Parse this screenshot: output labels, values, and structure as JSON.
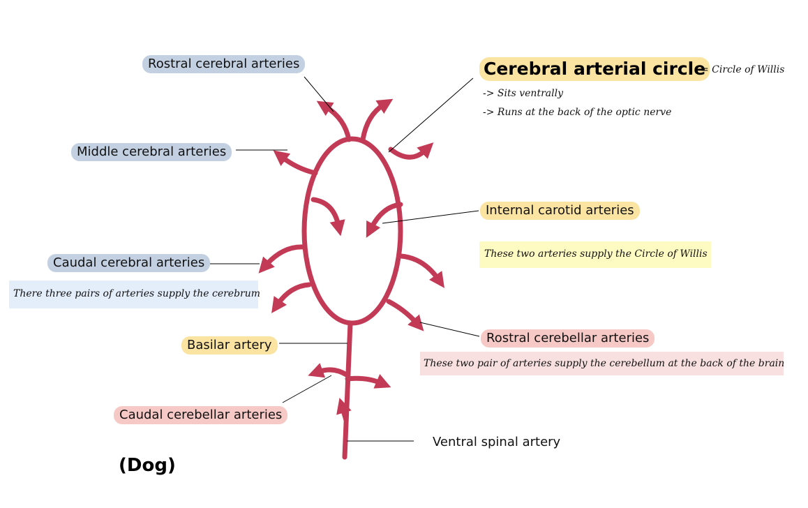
{
  "title": {
    "main": "Cerebral arterial circle",
    "alt_name": "= Circle of Willis",
    "notes": [
      "-> Sits ventrally",
      "-> Runs at the back of the optic nerve"
    ]
  },
  "labels": {
    "rostral_cerebral": "Rostral cerebral arteries",
    "middle_cerebral": "Middle cerebral arteries",
    "caudal_cerebral": "Caudal cerebral arteries",
    "basilar": "Basilar artery",
    "caudal_cerebellar": "Caudal cerebellar arteries",
    "internal_carotid": "Internal carotid arteries",
    "rostral_cerebellar": "Rostral cerebellar arteries",
    "ventral_spinal": "Ventral spinal artery"
  },
  "notes": {
    "cerebrum": "There three pairs of arteries supply the cerebrum",
    "circle": "These two arteries supply the Circle of Willis",
    "cerebellum": "These two pair of arteries supply the cerebellum at the back of the brain"
  },
  "species": "(Dog)",
  "colors": {
    "artery": "#c23a55",
    "blue_label": "#c3d0e2",
    "yellow_label": "#fbe3a2",
    "pink_label": "#f6c9c6",
    "blue_note": "#e4eefb",
    "yellow_note": "#fefbc2",
    "pink_note": "#f9e0e0"
  }
}
